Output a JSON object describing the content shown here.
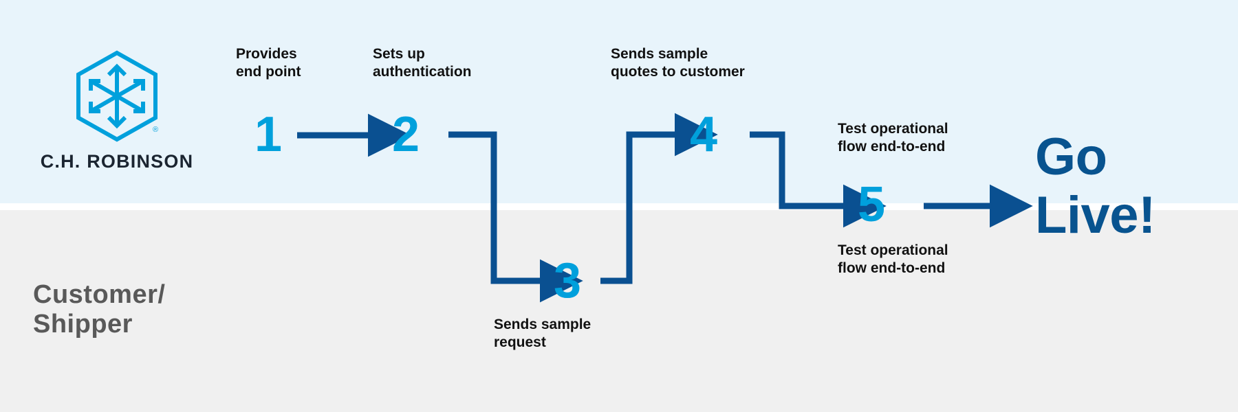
{
  "diagram": {
    "title": "C.H. Robinson API Onboarding Flow",
    "colors": {
      "band_top_bg": "#e8f4fb",
      "band_bottom_bg": "#f0f0f0",
      "step_number": "#00a0dc",
      "connector": "#0a5091",
      "logo_mark": "#00a0dc",
      "logo_wordmark": "#1b2531",
      "lane_label": "#595959",
      "caption": "#111111",
      "go_live": "#08538f"
    }
  },
  "logo": {
    "mark_name": "ch-robinson-hexagon-cube-icon",
    "wordmark": "C.H. ROBINSON",
    "registered_mark": "®"
  },
  "lanes": [
    {
      "id": "ch-robinson",
      "label": ""
    },
    {
      "id": "customer-shipper",
      "label": "Customer/\nShipper"
    }
  ],
  "steps": [
    {
      "number": "1",
      "lane": "ch-robinson",
      "caption": "Provides\nend point",
      "caption_position": "above"
    },
    {
      "number": "2",
      "lane": "ch-robinson",
      "caption": "Sets up\nauthentication",
      "caption_position": "above"
    },
    {
      "number": "3",
      "lane": "customer-shipper",
      "caption": "Sends sample\nrequest",
      "caption_position": "below"
    },
    {
      "number": "4",
      "lane": "ch-robinson",
      "caption": "Sends sample\nquotes to customer",
      "caption_position": "above"
    },
    {
      "number": "5",
      "lane": "boundary",
      "caption": "Test operational\nflow end-to-end",
      "caption_position": "above",
      "caption_secondary": "Test operational\nflow end-to-end",
      "caption_secondary_position": "below"
    }
  ],
  "outcome": {
    "label": "Go\nLive!"
  },
  "connectors": [
    {
      "from": "1",
      "to": "2",
      "shape": "straight-right"
    },
    {
      "from": "2",
      "to": "3",
      "shape": "elbow-down-right"
    },
    {
      "from": "3",
      "to": "4",
      "shape": "elbow-up-right"
    },
    {
      "from": "4",
      "to": "5",
      "shape": "elbow-down-right"
    },
    {
      "from": "5",
      "to": "go-live",
      "shape": "straight-right"
    }
  ]
}
